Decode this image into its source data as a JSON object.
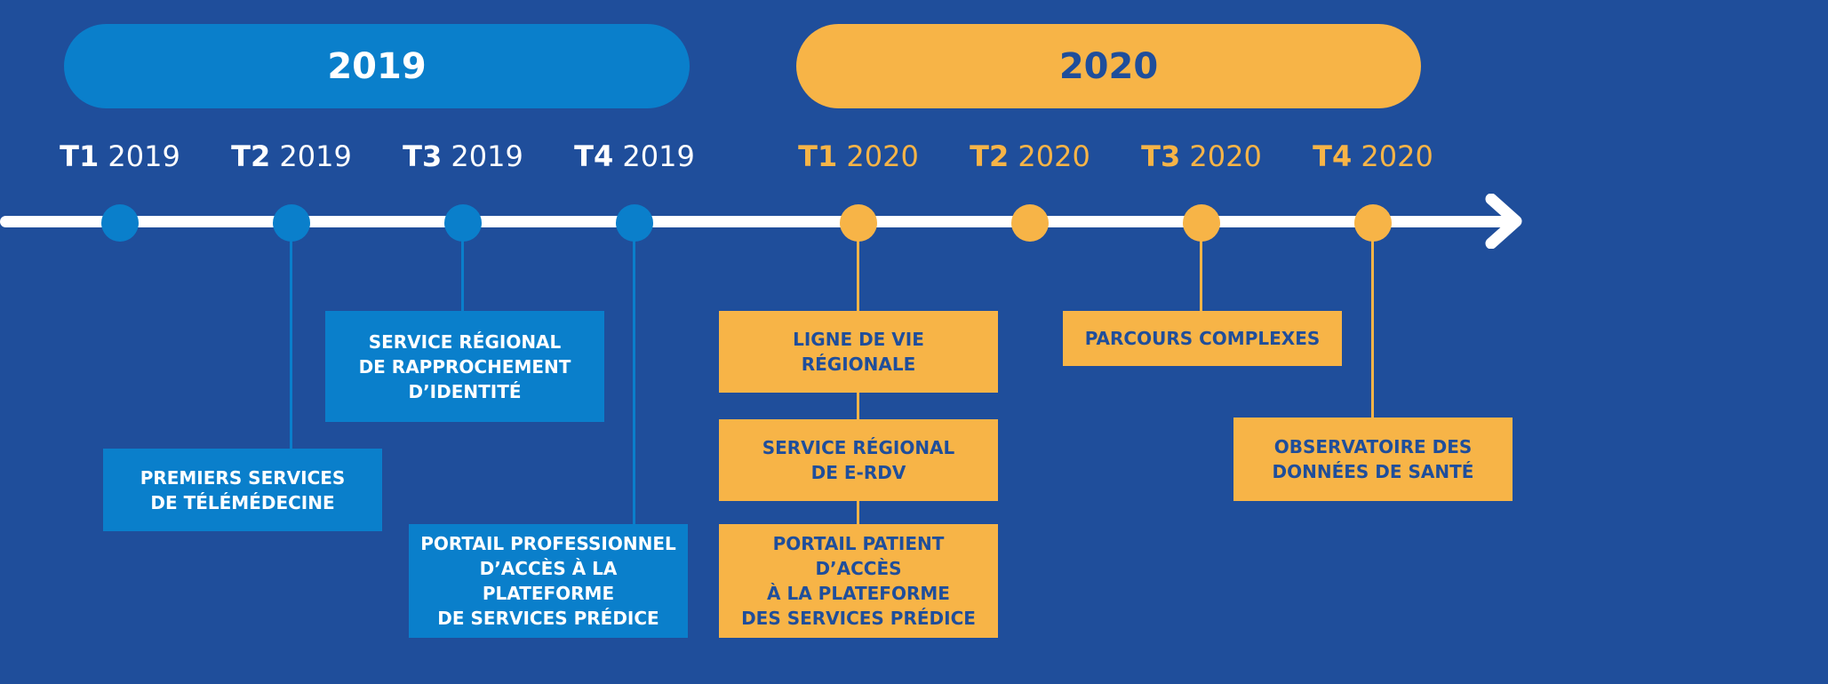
{
  "years": {
    "y2019": "2019",
    "y2020": "2020"
  },
  "quarters": [
    {
      "code": "T1",
      "year": "2019"
    },
    {
      "code": "T2",
      "year": "2019"
    },
    {
      "code": "T3",
      "year": "2019"
    },
    {
      "code": "T4",
      "year": "2019"
    },
    {
      "code": "T1",
      "year": "2020"
    },
    {
      "code": "T2",
      "year": "2020"
    },
    {
      "code": "T3",
      "year": "2020"
    },
    {
      "code": "T4",
      "year": "2020"
    }
  ],
  "milestones": {
    "telemedecine": "PREMIERS SERVICES\nDE TÉLÉMÉDECINE",
    "rapprochement": "SERVICE RÉGIONAL\nDE RAPPROCHEMENT\nD’IDENTITÉ",
    "portail_pro": "PORTAIL PROFESSIONNEL\nD’ACCÈS À LA PLATEFORME\nDE SERVICES PRÉDICE",
    "ligne_de_vie": "LIGNE DE VIE\nRÉGIONALE",
    "erdv": "SERVICE RÉGIONAL\nDE E-RDV",
    "portail_patient": "PORTAIL PATIENT D’ACCÈS\nÀ LA PLATEFORME\nDES SERVICES PRÉDICE",
    "parcours": "PARCOURS COMPLEXES",
    "observatoire": "OBSERVATOIRE DES\nDONNÉES DE SANTÉ"
  },
  "colors": {
    "background": "#1f4e9b",
    "blue_2019": "#0a7fcb",
    "orange_2020": "#f7b447",
    "axis": "#ffffff"
  }
}
